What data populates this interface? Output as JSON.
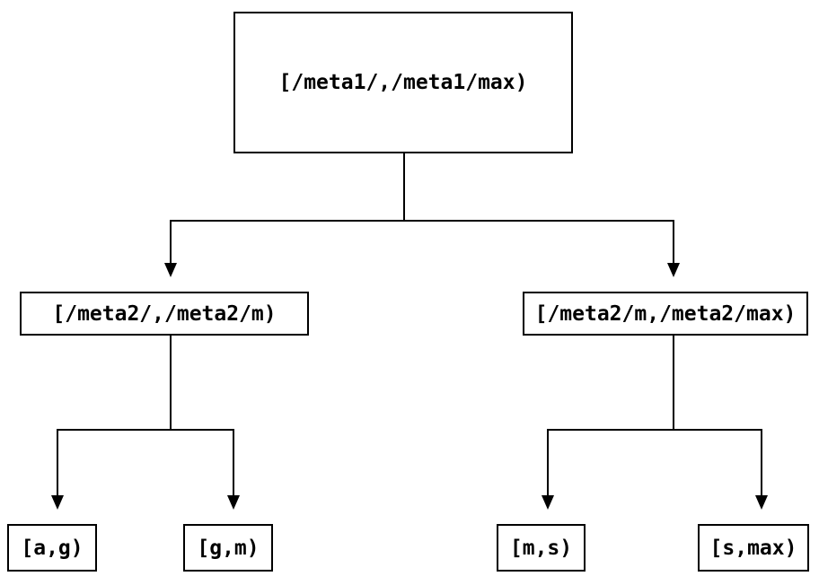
{
  "diagram": {
    "type": "tree",
    "colors": {
      "background": "#ffffff",
      "line": "#000000",
      "text": "#000000"
    },
    "nodes": {
      "root": {
        "label": "[/meta1/,/meta1/max)"
      },
      "left_child": {
        "label": "[/meta2/,/meta2/m)"
      },
      "right_child": {
        "label": "[/meta2/m,/meta2/max)"
      },
      "leaf_ag": {
        "label": "[a,g)"
      },
      "leaf_gm": {
        "label": "[g,m)"
      },
      "leaf_ms": {
        "label": "[m,s)"
      },
      "leaf_smax": {
        "label": "[s,max)"
      }
    },
    "edges": [
      {
        "from": "root",
        "to": "left_child"
      },
      {
        "from": "root",
        "to": "right_child"
      },
      {
        "from": "left_child",
        "to": "leaf_ag"
      },
      {
        "from": "left_child",
        "to": "leaf_gm"
      },
      {
        "from": "right_child",
        "to": "leaf_ms"
      },
      {
        "from": "right_child",
        "to": "leaf_smax"
      }
    ]
  }
}
